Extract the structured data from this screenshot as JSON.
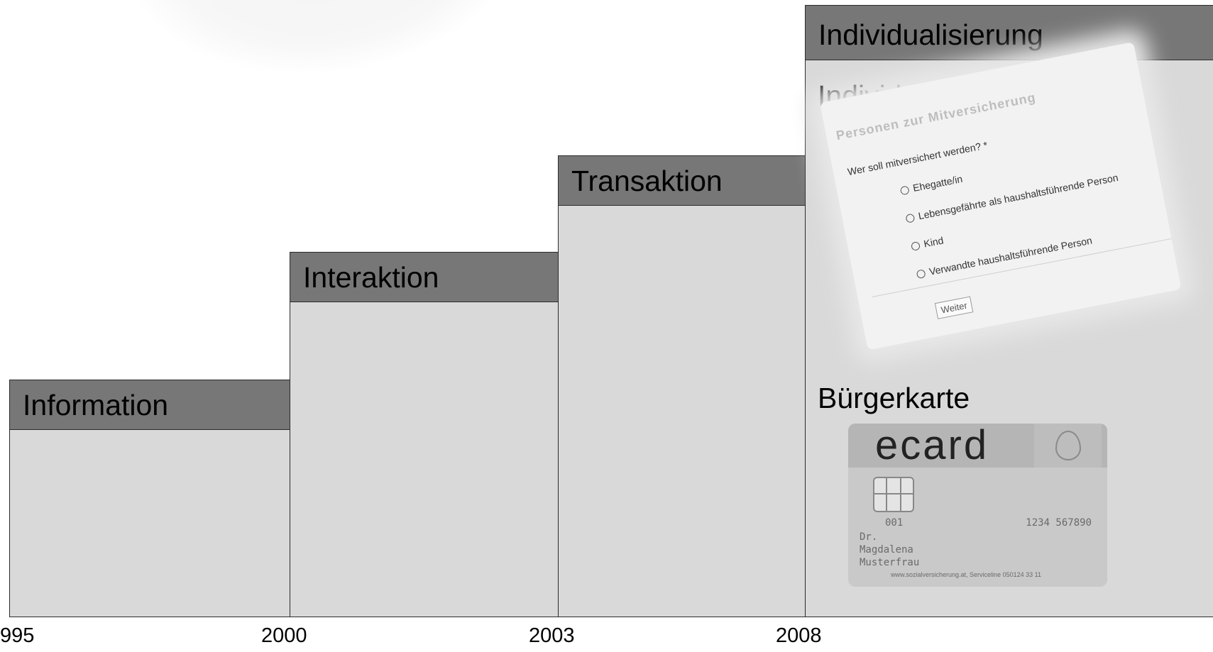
{
  "steps": [
    {
      "label": "Information"
    },
    {
      "label": "Interaktion"
    },
    {
      "label": "Transaktion"
    },
    {
      "label": "Individualisierung"
    }
  ],
  "years": [
    "995",
    "2000",
    "2003",
    "2008"
  ],
  "stage4_items": {
    "beratung_label": "Individuelle Beratung",
    "karte_label": "Bürgerkarte"
  },
  "form_screenshot": {
    "title": "Personen zur Mitversicherung",
    "question": "Wer soll mitversichert werden?  *",
    "options": [
      "Ehegatte/in",
      "Lebensgefährte als haushaltsführende Person",
      "Kind",
      "Verwandte haushaltsführende Person"
    ],
    "button": "Weiter"
  },
  "ecard": {
    "logo": "ecard",
    "chip_number": "001",
    "card_number": "1234 567890",
    "name_lines": [
      "Dr.",
      "Magdalena",
      "Musterfrau"
    ],
    "footer": "www.sozialversicherung.at, Serviceline 050124 33 11"
  },
  "colors": {
    "step_body": "#d9d9d9",
    "step_header": "#777777",
    "border": "#2b2b2b"
  }
}
